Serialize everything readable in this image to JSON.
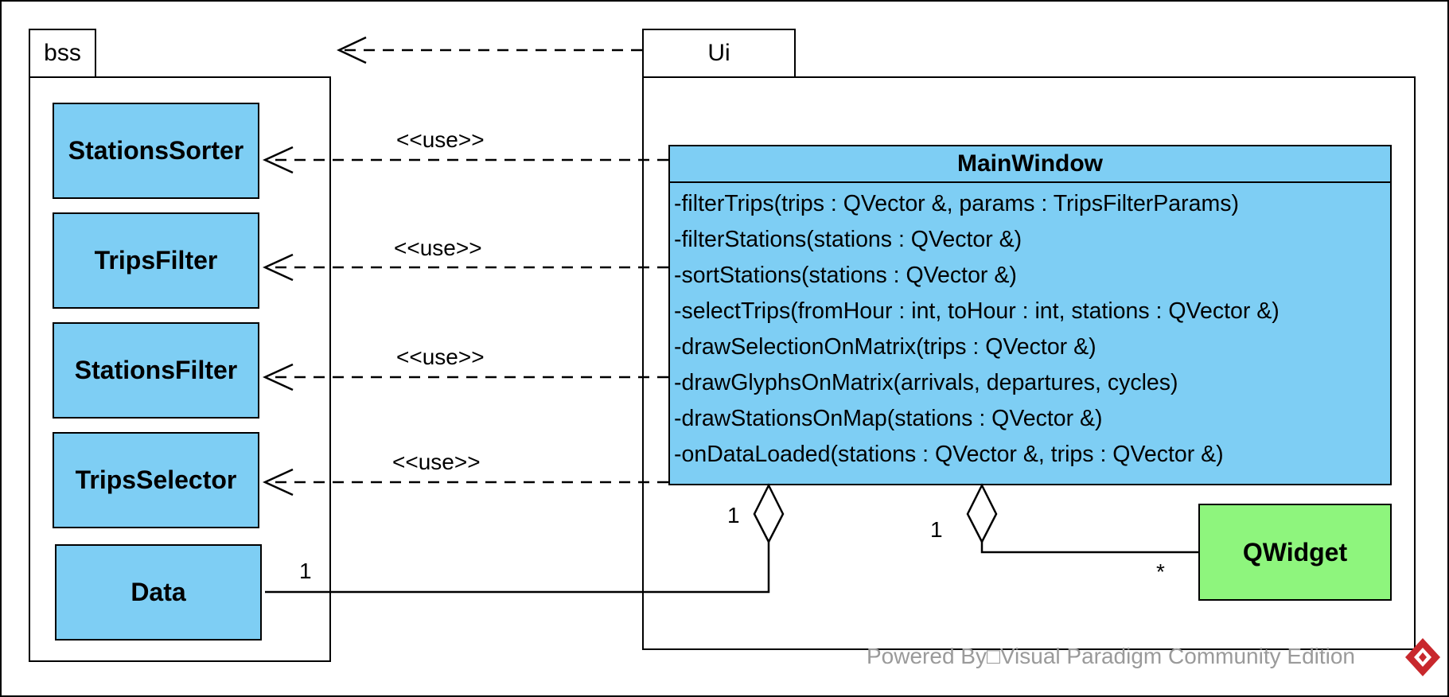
{
  "packages": {
    "bss": {
      "label": "bss"
    },
    "ui": {
      "label": "Ui"
    }
  },
  "classes": {
    "stations_sorter": "StationsSorter",
    "trips_filter": "TripsFilter",
    "stations_filter": "StationsFilter",
    "trips_selector": "TripsSelector",
    "data": "Data",
    "qwidget": "QWidget"
  },
  "main_window": {
    "name": "MainWindow",
    "operations": [
      "-filterTrips(trips : QVector &, params : TripsFilterParams)",
      "-filterStations(stations : QVector &)",
      "-sortStations(stations : QVector &)",
      "-selectTrips(fromHour : int, toHour : int, stations : QVector &)",
      "-drawSelectionOnMatrix(trips : QVector &)",
      "-drawGlyphsOnMatrix(arrivals, departures, cycles)",
      "-drawStationsOnMap(stations : QVector &)",
      "-onDataLoaded(stations : QVector &, trips : QVector &)"
    ]
  },
  "relations": {
    "use_labels": [
      "<<use>>",
      "<<use>>",
      "<<use>>",
      "<<use>>"
    ],
    "data_multiplicity_source": "1",
    "data_multiplicity_target": "1",
    "qwidget_multiplicity_source": "1",
    "qwidget_multiplicity_target": "*"
  },
  "footer": {
    "text": "Powered By□Visual Paradigm Community Edition",
    "logo_icon": "visual-paradigm-logo-icon"
  },
  "colors": {
    "class_fill": "#7ecef4",
    "qwidget_fill": "#8ef57d",
    "line": "#000000",
    "footer_text": "#9a9a9a",
    "logo_red": "#c8282d"
  }
}
